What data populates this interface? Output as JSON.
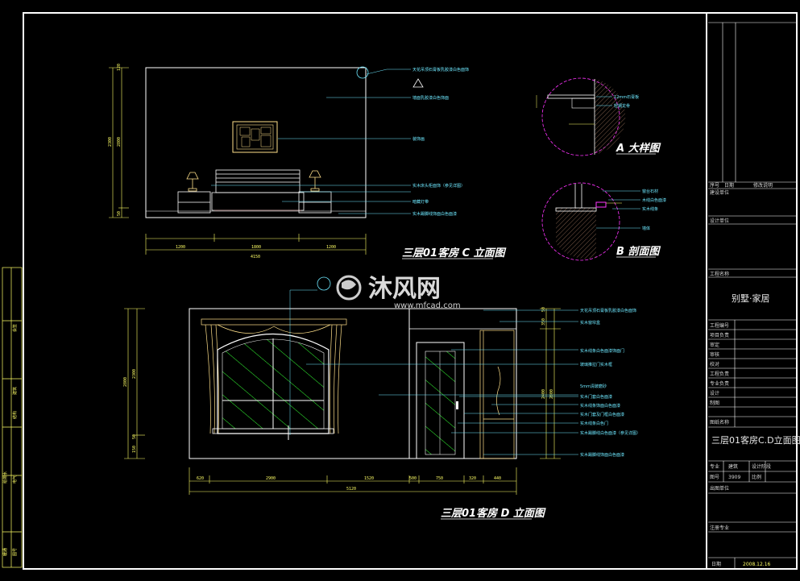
{
  "drawing_titles": {
    "elevation_c": "三层01客房 C 立面图",
    "elevation_d": "三层01客房 D 立面图",
    "detail_a": "A 大样图",
    "section_b": "B 剖面图"
  },
  "watermark": {
    "brand": "沐风网",
    "url": "www.mfcad.com"
  },
  "elevation_c": {
    "dims_bottom": [
      "1200",
      "1800",
      "1200",
      "4150"
    ],
    "dims_left": [
      "2300",
      "2800",
      "120",
      "50"
    ],
    "callouts": [
      "天花吊顶石膏板乳胶漆白色面饰",
      "墙面乳胶漆白色饰面",
      "装饰画",
      "实木床头柜面饰（参见详图）",
      "暗藏灯带",
      "实木踢脚线饰面白色面漆"
    ]
  },
  "elevation_d": {
    "dims_bottom": [
      "620",
      "2900",
      "1520",
      "500",
      "750",
      "320",
      "440",
      "5120"
    ],
    "dims_left": [
      "2300",
      "2800",
      "50",
      "150"
    ],
    "dims_right": [
      "50",
      "350",
      "2400",
      "2800"
    ],
    "callouts": [
      "天花吊顶石膏板乳胶漆白色面饰",
      "实木窗帘盒",
      "实木线条白色面漆饰面门",
      "玻璃推拉门实木框",
      "5mm清玻磨砂",
      "实木门套白色面漆",
      "实木线条饰面白色面漆",
      "实木门套及门框白色面漆",
      "实木线条白色门",
      "实木踢脚线白色面漆（参见详图）",
      "实木踢脚线饰面白色面漆"
    ]
  },
  "detail_a": {
    "callouts": [
      "12mm石膏板",
      "轻钢龙骨"
    ]
  },
  "section_b": {
    "callouts": [
      "窗台石材",
      "木线白色面漆",
      "实木线条",
      "墙体"
    ]
  },
  "title_block": {
    "rev_headers": [
      "序号",
      "日期",
      "修改说明"
    ],
    "rows_top": [
      "建设单位",
      "设计单位",
      "工程名称"
    ],
    "project_name": "别墅·家居",
    "rows_mid": [
      "工程编号",
      "项目负责",
      "审定",
      "审核",
      "校对",
      "工程负责",
      "专业负责",
      "设计",
      "制图",
      "图纸名称"
    ],
    "drawing_name": "三层01客房C.D立面图",
    "grid": [
      "专业",
      "建筑",
      "设计阶段",
      "图号",
      "3909",
      "比例"
    ],
    "rows_bottom": [
      "出图单位",
      "注册专业"
    ],
    "date_label": "日期",
    "date": "2008.12.16"
  },
  "side_stamp": [
    "会签",
    "建筑",
    "结构",
    "给排水",
    "电气",
    "暖通",
    "图号"
  ],
  "colors": {
    "background": "#000000",
    "frame": "#ffffff",
    "dimension": "#ffff66",
    "callout": "#6ee8ff",
    "glass": "#33ff33",
    "detail_circle": "#ff33ff",
    "hatch": "#7a5a48"
  }
}
